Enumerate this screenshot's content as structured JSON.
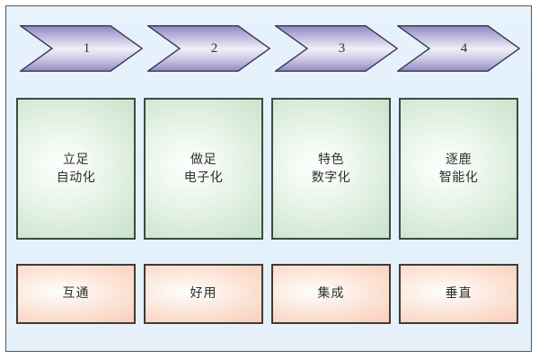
{
  "diagram": {
    "type": "four-stage-process-diagram",
    "background_color": "#e5f0fa",
    "frame_border_color": "#4a5a66",
    "stages": [
      {
        "number": "1",
        "stage_title": "立足\n自动化",
        "keyword": "互通"
      },
      {
        "number": "2",
        "stage_title": "做足\n电子化",
        "keyword": "好用"
      },
      {
        "number": "3",
        "stage_title": "特色\n数字化",
        "keyword": "集成"
      },
      {
        "number": "4",
        "stage_title": "逐鹿\n智能化",
        "keyword": "垂直"
      }
    ],
    "colors": {
      "chevron_fill_dark": "#8b82bd",
      "chevron_fill_light": "#efeef7",
      "chevron_outline": "#3a3a52",
      "stage_card_fill": "#c2e0c6",
      "stage_card_border": "#3c4a41",
      "keyword_card_fill": "#f7c9b2",
      "keyword_card_border": "#403a38"
    }
  }
}
